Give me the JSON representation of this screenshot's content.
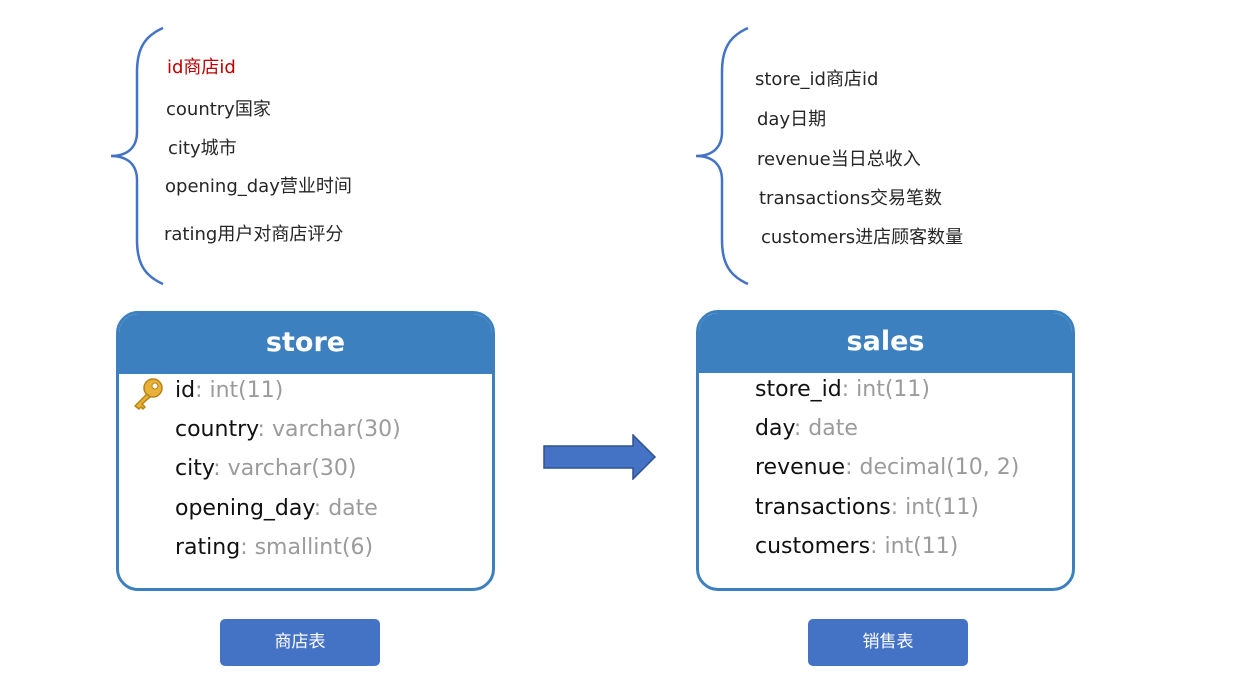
{
  "store_notes": [
    {
      "text": "id商店id",
      "color": "#c00000"
    },
    {
      "text": "country国家"
    },
    {
      "text": "city城市"
    },
    {
      "text": "opening_day营业时间"
    },
    {
      "text": "rating用户对商店评分"
    }
  ],
  "sales_notes": [
    {
      "text": "store_id商店id"
    },
    {
      "text": "day日期"
    },
    {
      "text": "revenue当日总收入"
    },
    {
      "text": "transactions交易笔数"
    },
    {
      "text": "customers进店顾客数量"
    }
  ],
  "store_table": {
    "title": "store",
    "fields": [
      {
        "name": "id",
        "type": "int(11)",
        "primary_key": true
      },
      {
        "name": "country",
        "type": "varchar(30)"
      },
      {
        "name": "city",
        "type": "varchar(30)"
      },
      {
        "name": "opening_day",
        "type": "date"
      },
      {
        "name": "rating",
        "type": "smallint(6)"
      }
    ]
  },
  "sales_table": {
    "title": "sales",
    "fields": [
      {
        "name": "store_id",
        "type": "int(11)"
      },
      {
        "name": "day",
        "type": "date"
      },
      {
        "name": "revenue",
        "type": "decimal(10, 2)"
      },
      {
        "name": "transactions",
        "type": "int(11)"
      },
      {
        "name": "customers",
        "type": "int(11)"
      }
    ]
  },
  "separator": ": ",
  "captions": {
    "store": "商店表",
    "sales": "销售表"
  },
  "colors": {
    "table_accent": "#3d80bf",
    "arrow": "#4472c4",
    "caption_bg": "#4472c4",
    "type_text": "#9b9b9b",
    "highlight_note": "#c00000",
    "key_icon": "#e8b23a"
  },
  "icons": {
    "primary_key": "key-icon",
    "flow": "right-arrow-icon"
  }
}
